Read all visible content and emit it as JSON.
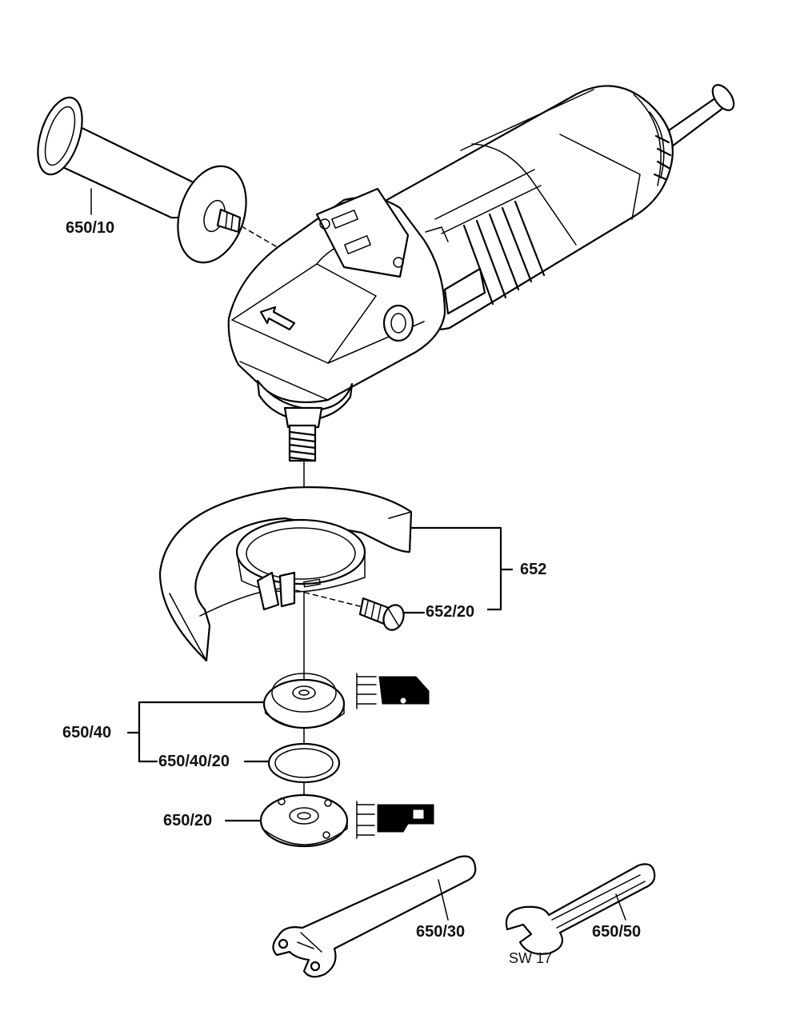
{
  "labels": {
    "handle": "650/10",
    "guard": "652",
    "guard_screw": "652/20",
    "flange_set": "650/40",
    "o_ring": "650/40/20",
    "mounting_flange": "650/20",
    "pin_spanner": "650/30",
    "open_wrench": "650/50",
    "wrench_size": "SW 17"
  }
}
